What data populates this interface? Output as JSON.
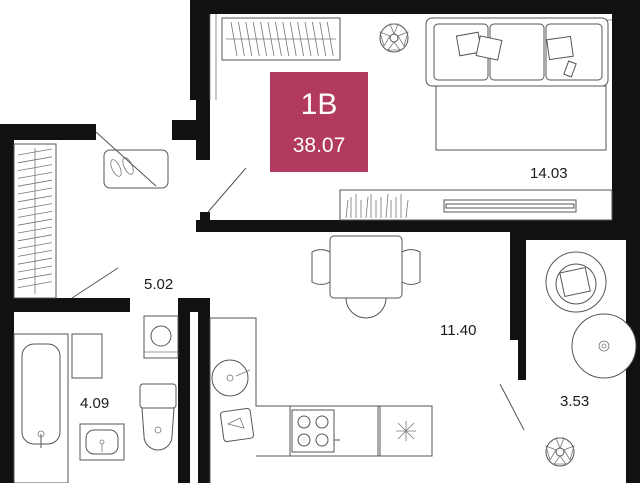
{
  "apartment": {
    "type": "1B",
    "total_area": "38.07",
    "badge_color": "#b23a5e"
  },
  "rooms": {
    "living": "14.03",
    "kitchen": "11.40",
    "hall": "5.02",
    "bathroom": "4.09",
    "balcony": "3.53"
  },
  "colors": {
    "wall": "#111111",
    "line": "#555555"
  }
}
